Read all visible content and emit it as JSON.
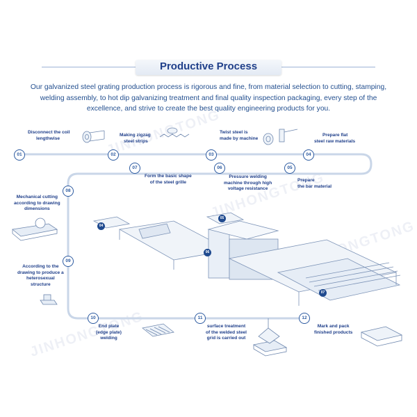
{
  "header": {
    "title": "Productive Process",
    "intro_lines": [
      "Our galvanized steel grating production process is rigorous and fine, from material selection to cutting, stamping,",
      "welding assembly, to hot dip galvanizing treatment and final quality inspection packaging, every step of the",
      "excellence, and strive to create the best quality engineering products for you."
    ]
  },
  "watermark": "JINHONGTONG",
  "steps": [
    {
      "num": "01",
      "label_lines": [
        "Disconnect the coil",
        "lengthwise"
      ]
    },
    {
      "num": "02",
      "label_lines": [
        "Making zigzag",
        "steel strips"
      ]
    },
    {
      "num": "03",
      "label_lines": [
        "Twist steel is",
        "made by machine"
      ]
    },
    {
      "num": "04",
      "label_lines": [
        "Prepare flat",
        "steel raw materials"
      ]
    },
    {
      "num": "05",
      "label_lines": [
        "Prepare",
        "the bar material"
      ]
    },
    {
      "num": "06",
      "label_lines": [
        "Pressure welding",
        "machine through high",
        "voltage resistance"
      ]
    },
    {
      "num": "07",
      "label_lines": [
        "Form the basic shape",
        "of the steel grille"
      ]
    },
    {
      "num": "08",
      "label_lines": [
        "Mechanical cutting",
        "according to drawing",
        "dimensions"
      ]
    },
    {
      "num": "09",
      "label_lines": [
        "According to the",
        "drawing to produce a",
        "heterosexual",
        "structure"
      ]
    },
    {
      "num": "10",
      "label_lines": [
        "End plate",
        "(edge plate)",
        "welding"
      ]
    },
    {
      "num": "11",
      "label_lines": [
        "surface treatment",
        "of the welded steel",
        "grid is carried out"
      ]
    },
    {
      "num": "12",
      "label_lines": [
        "Mark and pack",
        "finished products"
      ]
    }
  ],
  "badges": [
    "04",
    "05",
    "06",
    "07"
  ],
  "colors": {
    "accent": "#1f4a8f",
    "track": "#c9d6e8",
    "text": "#234f8f"
  }
}
